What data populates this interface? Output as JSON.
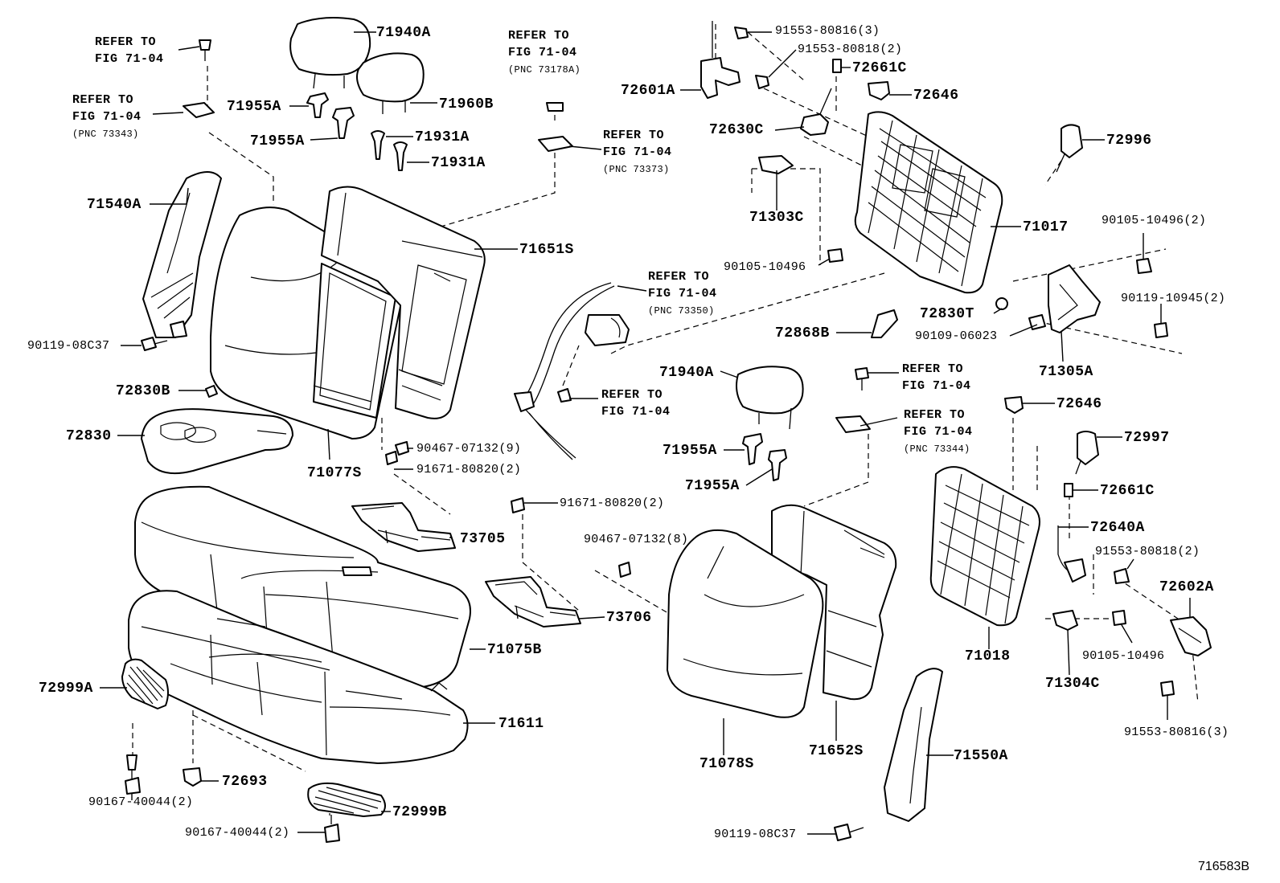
{
  "drawing_code": "716583B",
  "labels": {
    "p71940A_top": "71940A",
    "p71960B": "71960B",
    "p71955A_1": "71955A",
    "p71955A_2": "71955A",
    "p71931A_1": "71931A",
    "p71931A_2": "71931A",
    "p71540A": "71540A",
    "p71651S": "71651S",
    "p90119_08C37_left": "90119-08C37",
    "p72830B": "72830B",
    "p72830": "72830",
    "p71077S": "71077S",
    "p90467_07132_9": "90467-07132(9)",
    "p91671_80820_a": "91671-80820(2)",
    "p91671_80820_b": "91671-80820(2)",
    "p73705": "73705",
    "p90467_07132_8": "90467-07132(8)",
    "p73706": "73706",
    "p71075B": "71075B",
    "p72999A": "72999A",
    "p71611": "71611",
    "p72693": "72693",
    "p90167_40044_a": "90167-40044(2)",
    "p90167_40044_b": "90167-40044(2)",
    "p72999B": "72999B",
    "p91553_80816_3_top": "91553-80816(3)",
    "p91553_80818_2_top": "91553-80818(2)",
    "p72661C_top": "72661C",
    "p72601A": "72601A",
    "p72646_top": "72646",
    "p72630C": "72630C",
    "p72996": "72996",
    "p71303C": "71303C",
    "p71017": "71017",
    "p90105_10496_2": "90105-10496(2)",
    "p90105_10496_mid": "90105-10496",
    "p72830T": "72830T",
    "p90119_10945": "90119-10945(2)",
    "p72868B": "72868B",
    "p90109_06023": "90109-06023",
    "p71305A": "71305A",
    "p71940A_mid": "71940A",
    "p71955A_3": "71955A",
    "p71955A_4": "71955A",
    "p72646_mid": "72646",
    "p72997": "72997",
    "p72661C_mid": "72661C",
    "p72640A": "72640A",
    "p91553_80818_2_mid": "91553-80818(2)",
    "p72602A": "72602A",
    "p71018": "71018",
    "p90105_10496_low": "90105-10496",
    "p71304C": "71304C",
    "p91553_80816_3_low": "91553-80816(3)",
    "p71078S": "71078S",
    "p71652S": "71652S",
    "p71550A": "71550A",
    "p90119_08C37_low": "90119-08C37"
  },
  "refer": {
    "r1": "REFER TO\nFIG 71-04",
    "r2": "REFER TO\nFIG 71-04",
    "r2_pnc": "(PNC 73343)",
    "r3": "REFER TO\nFIG 71-04",
    "r3_pnc": "(PNC 73178A)",
    "r4": "REFER TO\nFIG 71-04",
    "r4_pnc": "(PNC 73373)",
    "r5": "REFER TO\nFIG 71-04",
    "r5_pnc": "(PNC 73350)",
    "r6": "REFER TO\nFIG 71-04",
    "r7": "REFER TO\nFIG 71-04",
    "r8": "REFER TO\nFIG 71-04",
    "r8_pnc": "(PNC 73344)"
  }
}
